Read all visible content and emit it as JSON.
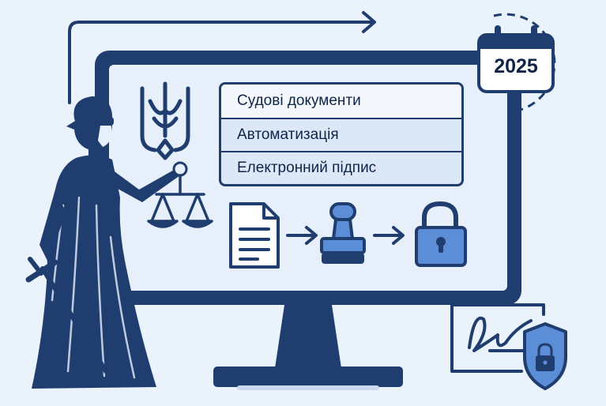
{
  "menu": {
    "items": [
      {
        "label": "Судові документи"
      },
      {
        "label": "Автоматизація"
      },
      {
        "label": "Електронний підпис"
      }
    ]
  },
  "calendar": {
    "year": "2025"
  },
  "flow": {
    "steps": [
      "document-icon",
      "stamp-icon",
      "padlock-icon"
    ]
  },
  "icons": [
    "trident-emblem-icon",
    "lady-justice-icon",
    "scales-icon",
    "sword-icon",
    "signature-icon",
    "shield-lock-icon",
    "calendar-icon",
    "arrow-right-icon"
  ],
  "colors": {
    "navy": "#1f3d6e",
    "screen": "#dce8f8",
    "accent": "#5b8ed6",
    "background": "#eaf2fb"
  }
}
